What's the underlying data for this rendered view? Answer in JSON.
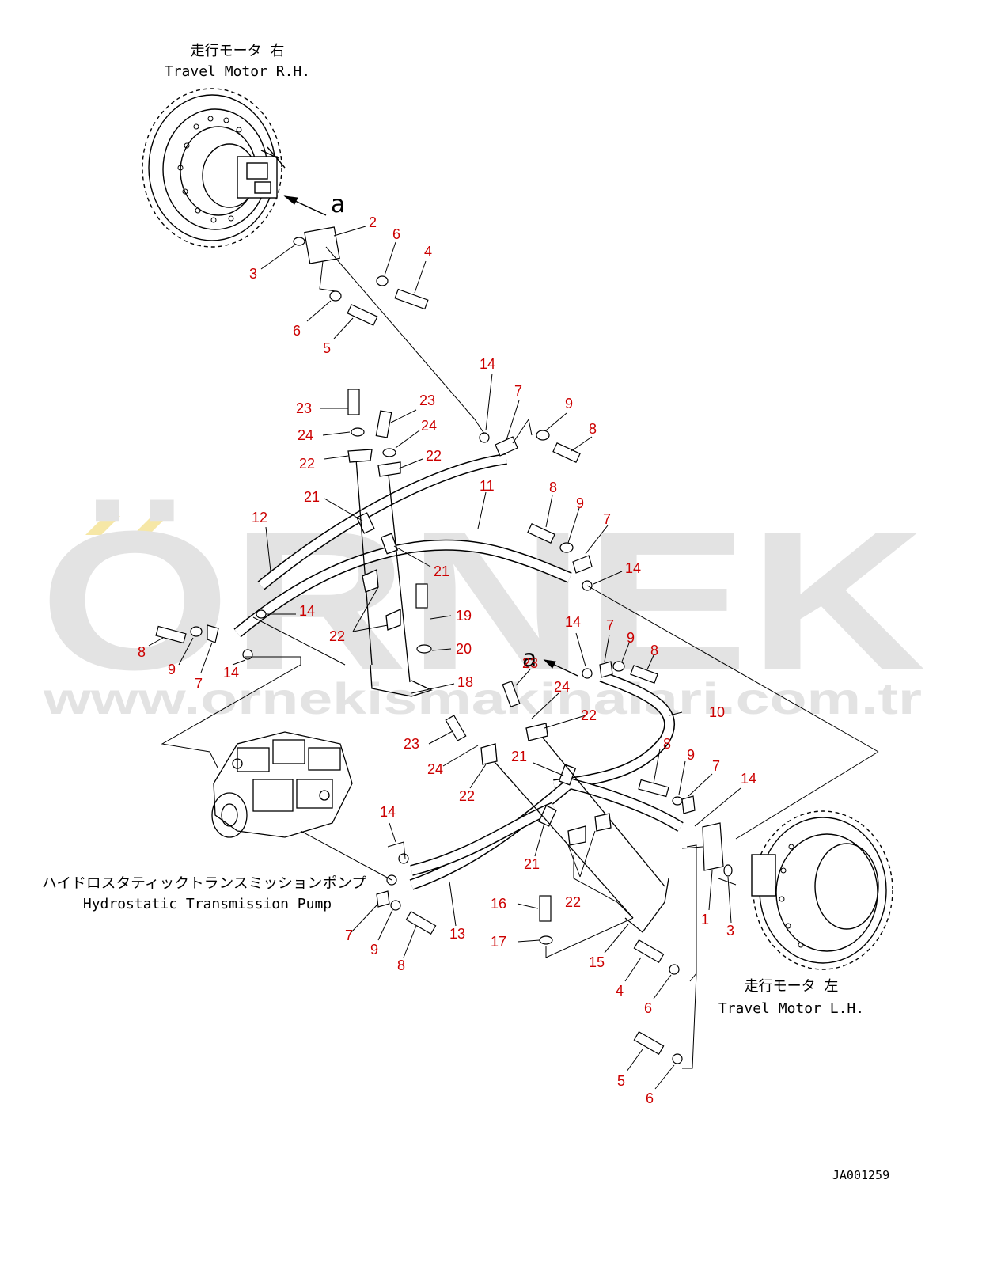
{
  "captions": {
    "rh_jp": "走行モータ 右",
    "rh_en": "Travel Motor R.H.",
    "lh_jp": "走行モータ 左",
    "lh_en": "Travel Motor L.H.",
    "pump_jp": "ハイドロスタティックトランスミッションポンプ",
    "pump_en": "Hydrostatic Transmission Pump"
  },
  "view_marker": "a",
  "drawing_ref": "JA001259",
  "watermark": {
    "brand": "ÖRNEK",
    "url": "www.ornekismakinalari.com.tr",
    "color": "#e3e3e3",
    "accent": "#f6e7a6"
  },
  "colors": {
    "part_number": "#cc0000",
    "line": "#000000"
  },
  "part_labels": [
    "2",
    "3",
    "6",
    "4",
    "6",
    "5",
    "14",
    "7",
    "9",
    "8",
    "23",
    "23",
    "24",
    "24",
    "22",
    "22",
    "11",
    "12",
    "21",
    "21",
    "8",
    "9",
    "7",
    "14",
    "14",
    "8",
    "9",
    "7",
    "14",
    "22",
    "19",
    "20",
    "18",
    "14",
    "7",
    "9",
    "8",
    "23",
    "24",
    "22",
    "10",
    "23",
    "24",
    "22",
    "21",
    "8",
    "9",
    "7",
    "14",
    "14",
    "21",
    "22",
    "13",
    "16",
    "17",
    "15",
    "1",
    "3",
    "4",
    "6",
    "5",
    "6",
    "7",
    "9",
    "8"
  ]
}
